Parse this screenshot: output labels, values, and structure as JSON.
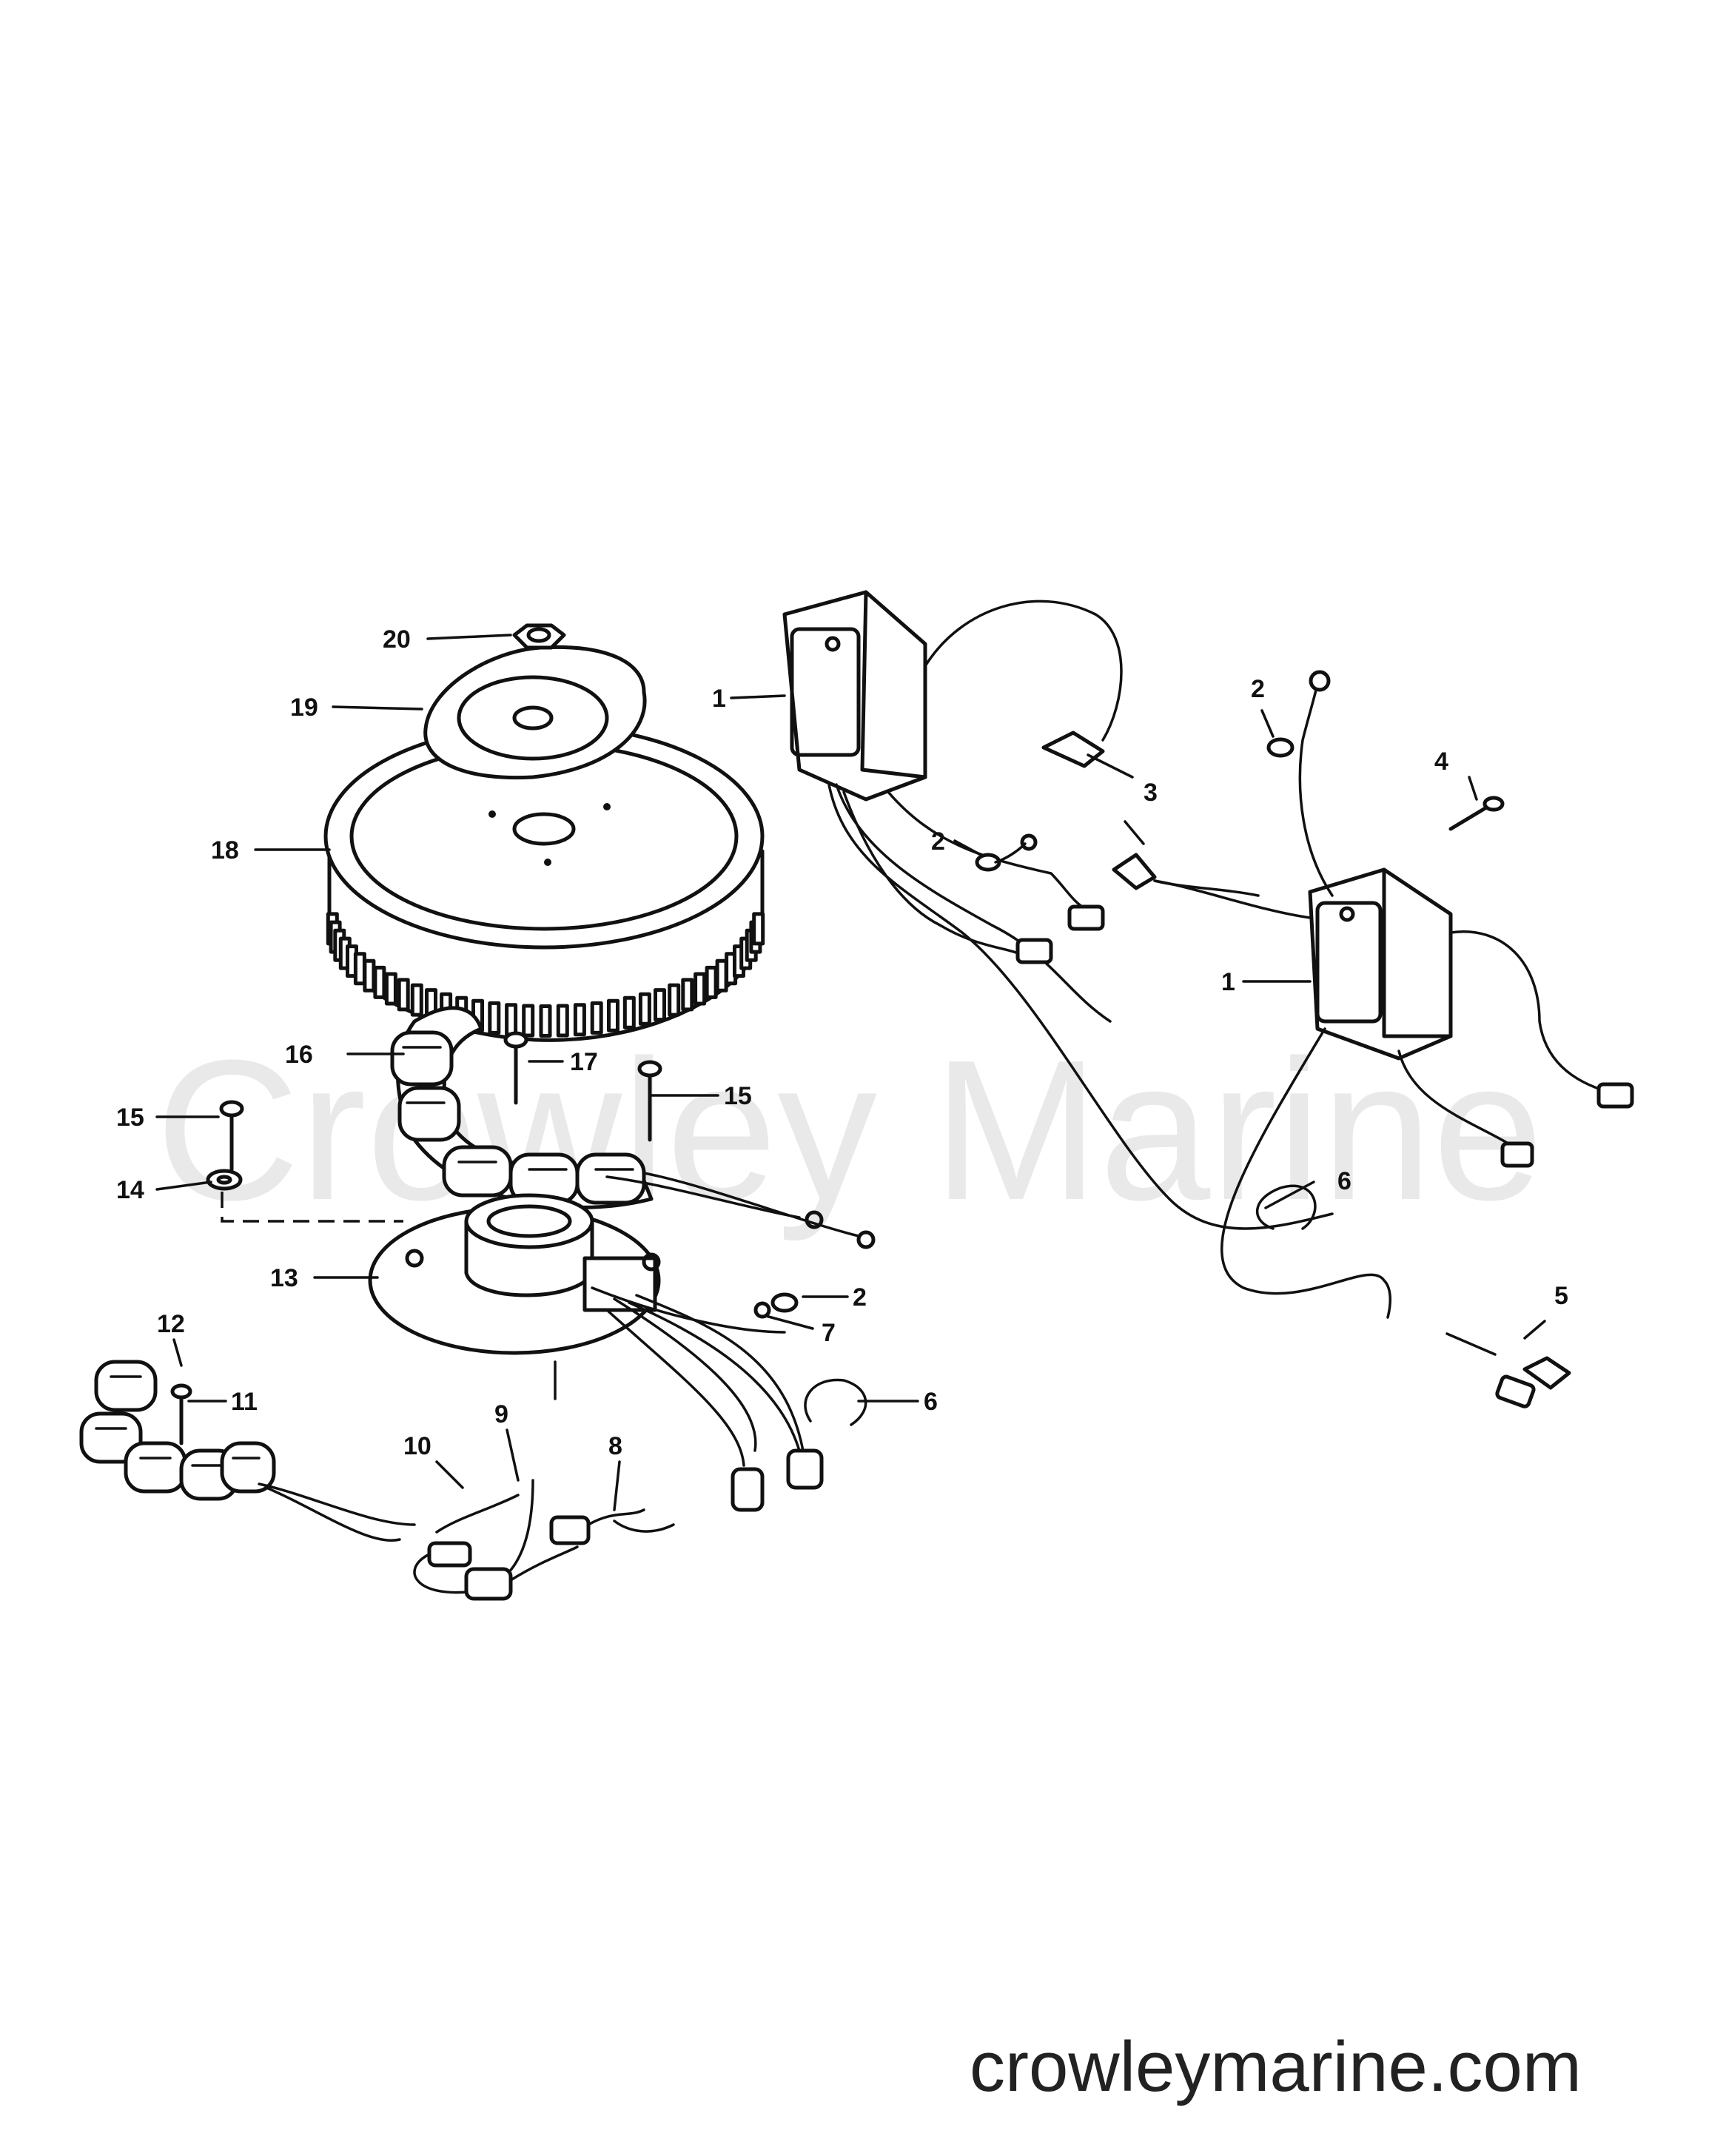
{
  "watermark": "Crowley Marine",
  "site_footer": "crowleymarine.com",
  "callouts": [
    {
      "id": "c20",
      "text": "20"
    },
    {
      "id": "c19",
      "text": "19"
    },
    {
      "id": "c18",
      "text": "18"
    },
    {
      "id": "c17",
      "text": "17"
    },
    {
      "id": "c16",
      "text": "16"
    },
    {
      "id": "c15a",
      "text": "15"
    },
    {
      "id": "c15b",
      "text": "15"
    },
    {
      "id": "c14",
      "text": "14"
    },
    {
      "id": "c13",
      "text": "13"
    },
    {
      "id": "c12",
      "text": "12"
    },
    {
      "id": "c11",
      "text": "11"
    },
    {
      "id": "c10",
      "text": "10"
    },
    {
      "id": "c9",
      "text": "9"
    },
    {
      "id": "c8",
      "text": "8"
    },
    {
      "id": "c7",
      "text": "7"
    },
    {
      "id": "c6a",
      "text": "6"
    },
    {
      "id": "c6b",
      "text": "6"
    },
    {
      "id": "c5",
      "text": "5"
    },
    {
      "id": "c4",
      "text": "4"
    },
    {
      "id": "c3",
      "text": "3"
    },
    {
      "id": "c2a",
      "text": "2"
    },
    {
      "id": "c2b",
      "text": "2"
    },
    {
      "id": "c2c",
      "text": "2"
    },
    {
      "id": "c1a",
      "text": "1"
    },
    {
      "id": "c1b",
      "text": "1"
    }
  ]
}
